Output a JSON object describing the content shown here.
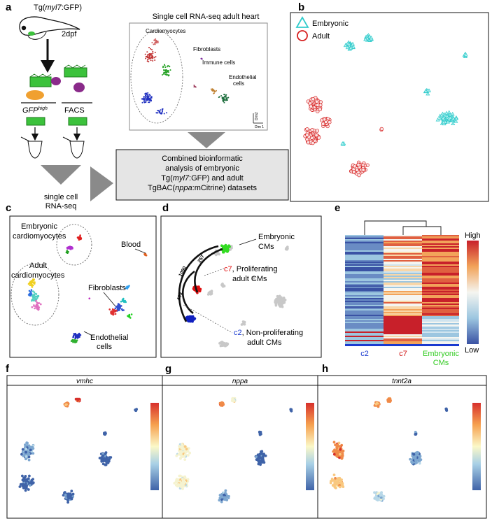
{
  "panel_letters": {
    "a": "a",
    "b": "b",
    "c": "c",
    "d": "d",
    "e": "e",
    "f": "f",
    "g": "g",
    "h": "h"
  },
  "panel_a": {
    "tg_prefix": "Tg(",
    "tg_gene": "myl7",
    "tg_suffix": ":GFP)",
    "stage": "2dpf",
    "gfp_high": "GFP",
    "gfp_high_sup": "high",
    "facs": "FACS",
    "scrna_title": "Single cell RNA-seq adult heart",
    "cluster_cardiomyocytes": "Cardiomyocytes",
    "cluster_fibroblasts": "Fibroblasts",
    "cluster_immune": "Immune cells",
    "cluster_endothelial_1": "Endothelial",
    "cluster_endothelial_2": "cells",
    "dim1": "Dim 1",
    "dim2": "Dim2",
    "single_cell_1": "single cell",
    "single_cell_2": "RNA-seq",
    "combined_1": "Combined bioinformatic",
    "combined_2": "analysis of embryonic",
    "combined_3_prefix": "Tg(",
    "combined_3_gene": "myl7",
    "combined_3_suffix": ":GFP) and adult",
    "combined_4_prefix": "TgBAC(",
    "combined_4_gene": "nppa",
    "combined_4_suffix": ":mCitrine) datasets"
  },
  "panel_b": {
    "legend_embryonic": "Embryonic",
    "legend_adult": "Adult",
    "color_embryonic": "#33cccc",
    "color_adult": "#d62020"
  },
  "panel_c": {
    "embryonic_1": "Embryonic",
    "embryonic_2": "cardiomyocytes",
    "adult_1": "Adult",
    "adult_2": "cardiomyocytes",
    "blood": "Blood",
    "fibroblasts": "Fibroblasts",
    "endothelial_1": "Endothelial",
    "endothelial_2": "cells"
  },
  "panel_d": {
    "embryonic_1": "Embryonic",
    "embryonic_2": "CMs",
    "c7_label": "c7",
    "c7_text": ", Proliferating",
    "c7_text2": "adult CMs",
    "c2_label": "c2",
    "c2_text": ", Non-proliferating",
    "c2_text2": "adult CMs",
    "num_1080": "1080",
    "num_257": "257",
    "num_409": "409",
    "color_c7": "#e01010",
    "color_c2": "#1020c0",
    "color_embryonic": "#33dd22"
  },
  "panel_e": {
    "high": "High",
    "low": "Low",
    "col_c2": "c2",
    "col_c7": "c7",
    "col_emb_1": "Embryonic",
    "col_emb_2": "CMs"
  },
  "panel_f": {
    "gene": "vmhc"
  },
  "panel_g": {
    "gene": "nppa"
  },
  "panel_h": {
    "gene": "tnnt2a"
  }
}
